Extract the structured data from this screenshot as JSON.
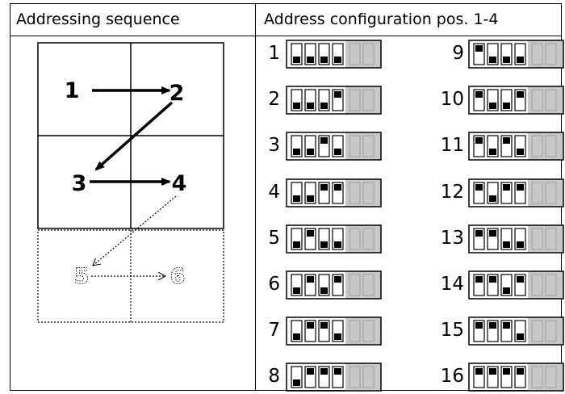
{
  "headers": {
    "left": "Addressing sequence",
    "right": "Address configuration pos. 1-4"
  },
  "sequence": {
    "solid_labels": [
      "1",
      "2",
      "3",
      "4"
    ],
    "dotted_labels": [
      "5",
      "6"
    ]
  },
  "switch_colors": {
    "frame": "#000000",
    "active_bg": "#ffffff",
    "inactive_bg": "#c8c8c8",
    "inactive_border": "#a0a0a0",
    "knob": "#000000"
  },
  "addresses": [
    {
      "label": "1",
      "bits": [
        0,
        0,
        0,
        0
      ]
    },
    {
      "label": "2",
      "bits": [
        0,
        0,
        0,
        1
      ]
    },
    {
      "label": "3",
      "bits": [
        0,
        0,
        1,
        0
      ]
    },
    {
      "label": "4",
      "bits": [
        0,
        0,
        1,
        1
      ]
    },
    {
      "label": "5",
      "bits": [
        0,
        1,
        0,
        0
      ]
    },
    {
      "label": "6",
      "bits": [
        0,
        1,
        0,
        1
      ]
    },
    {
      "label": "7",
      "bits": [
        0,
        1,
        1,
        0
      ]
    },
    {
      "label": "8",
      "bits": [
        0,
        1,
        1,
        1
      ]
    },
    {
      "label": "9",
      "bits": [
        1,
        0,
        0,
        0
      ]
    },
    {
      "label": "10",
      "bits": [
        1,
        0,
        0,
        1
      ]
    },
    {
      "label": "11",
      "bits": [
        1,
        0,
        1,
        0
      ]
    },
    {
      "label": "12",
      "bits": [
        1,
        0,
        1,
        1
      ]
    },
    {
      "label": "13",
      "bits": [
        1,
        1,
        0,
        0
      ]
    },
    {
      "label": "14",
      "bits": [
        1,
        1,
        0,
        1
      ]
    },
    {
      "label": "15",
      "bits": [
        1,
        1,
        1,
        0
      ]
    },
    {
      "label": "16",
      "bits": [
        1,
        1,
        1,
        1
      ]
    }
  ]
}
